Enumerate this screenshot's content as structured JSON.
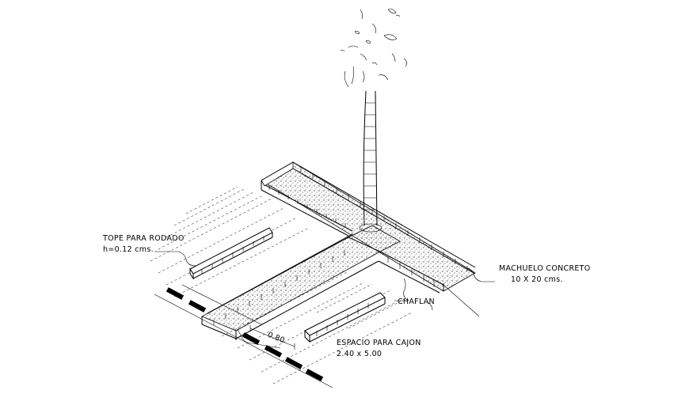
{
  "labels": {
    "tope_line1": "TOPE PARA RODADO",
    "tope_line2": "h=0.12 cms.",
    "machuelo_line1": "MACHUELO CONCRETO",
    "machuelo_line2": "10 X 20 cms.",
    "chaflan": "CHAFLAN",
    "espacio_line1": "ESPACIO PARA CAJON",
    "espacio_line2": "2.40 x 5.00",
    "dim_080": "0.80"
  }
}
